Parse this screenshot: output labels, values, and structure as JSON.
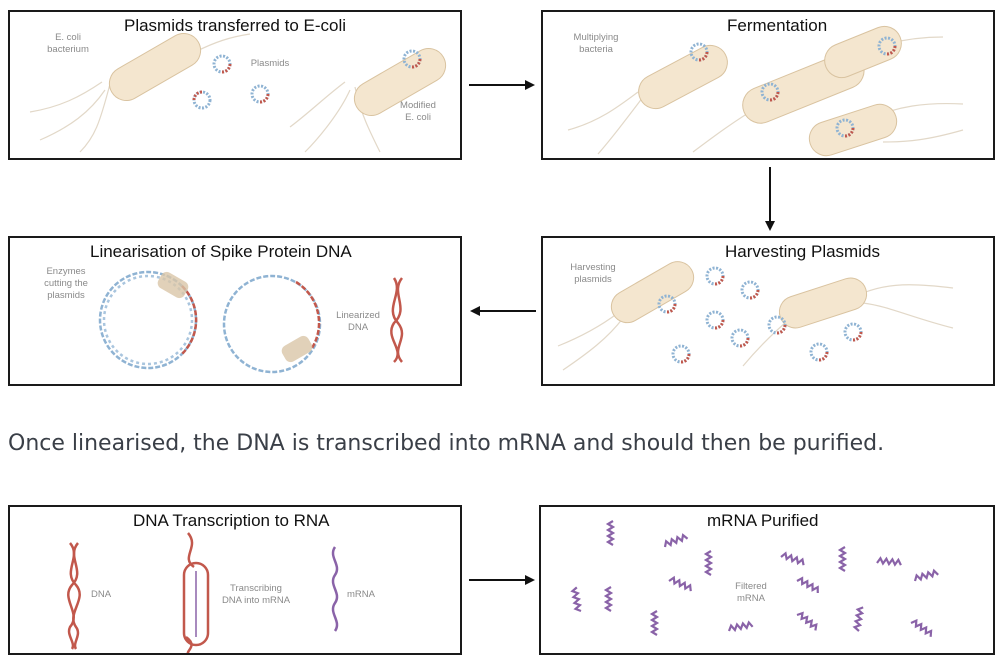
{
  "panels": {
    "p1": {
      "title": "Plasmids transferred to E-coli",
      "ecoli": "E. coli\nbacterium",
      "plasmids": "Plasmids",
      "modified": "Modified\nE. coli"
    },
    "p2": {
      "title": "Fermentation",
      "multiplying": "Multiplying\nbacteria"
    },
    "p3": {
      "title": "Harvesting Plasmids",
      "harvesting": "Harvesting\nplasmids"
    },
    "p4": {
      "title": "Linearisation of Spike Protein DNA",
      "enzymes": "Enzymes\ncutting the\nplasmids",
      "linearized": "Linearized\nDNA"
    },
    "p5": {
      "title": "DNA Transcription to RNA",
      "dna": "DNA",
      "transcribing": "Transcribing\nDNA into mRNA",
      "mrna": "mRNA"
    },
    "p6": {
      "title": "mRNA Purified",
      "filtered": "Filtered\nmRNA"
    }
  },
  "caption": "Once linearised, the DNA is transcribed into mRNA and should then be purified.",
  "colors": {
    "border": "#1a1a1a",
    "bacterium": "#f4e6cf",
    "bacterium_edge": "#d9c3a0",
    "dna_blue": "#8fb3d3",
    "dna_red": "#c2584c",
    "mrna": "#8a63a8"
  }
}
